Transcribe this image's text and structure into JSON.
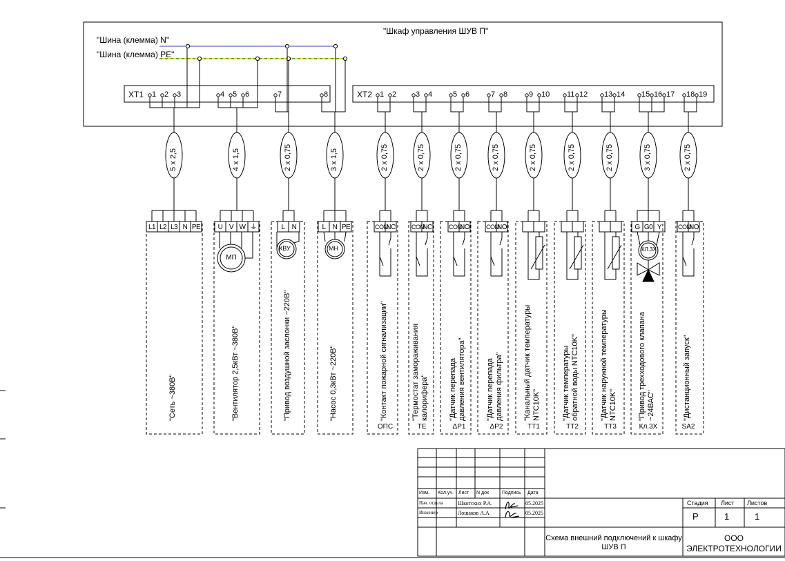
{
  "cabinet": {
    "title": "\"Шкаф управления ШУВ П\"",
    "bus_n": "\"Шина (клемма) N\"",
    "bus_pe": "\"Шина (клемма) PE\""
  },
  "xt1": {
    "label": "XT1",
    "terms": [
      "1",
      "2",
      "3",
      "4",
      "5",
      "6",
      "7",
      "8"
    ]
  },
  "xt2": {
    "label": "XT2",
    "terms": [
      "1",
      "2",
      "3",
      "4",
      "5",
      "6",
      "7",
      "8",
      "9",
      "10",
      "11",
      "12",
      "13",
      "14",
      "15",
      "16",
      "17",
      "18",
      "19"
    ]
  },
  "cables": [
    {
      "size": "5 х 2,5",
      "terminals": [
        "L1",
        "L2",
        "L3",
        "N",
        "PE"
      ],
      "caption": [
        "\"Сеть ~380В\""
      ],
      "ref": ""
    },
    {
      "size": "4 х 1,5",
      "terminals": [
        "U",
        "V",
        "W",
        "⏚"
      ],
      "caption": [
        "\"Вентилятор 2,5кВт ~380В\""
      ],
      "ref": "",
      "device": "МП"
    },
    {
      "size": "2 х 0,75",
      "terminals": [
        "L",
        "N"
      ],
      "caption": [
        "\"Привод воздушной заслонки ~220В\""
      ],
      "ref": "",
      "device": "КВУ"
    },
    {
      "size": "3 х 1,5",
      "terminals": [
        "L",
        "N",
        "PE"
      ],
      "caption": [
        "\"Насос 0,3кВт ~220В\""
      ],
      "ref": "",
      "device": "МН"
    },
    {
      "size": "2 х 0,75",
      "terminals": [
        "COM",
        "NC"
      ],
      "caption": [
        "\"Контакт пожарной сигнализации\""
      ],
      "ref": "ОПС"
    },
    {
      "size": "2 х 0,75",
      "terminals": [
        "COM",
        "NC"
      ],
      "caption": [
        "\"Термостат замораживания",
        "калорифера\""
      ],
      "ref": "ТЕ"
    },
    {
      "size": "2 х 0,75",
      "terminals": [
        "COM",
        "NO"
      ],
      "caption": [
        "\"Датчик перепада",
        "давления вентилятора\""
      ],
      "ref": "ΔP1"
    },
    {
      "size": "2 х 0,75",
      "terminals": [
        "COM",
        "NO"
      ],
      "caption": [
        "\"Датчик перепада",
        "давления фильтра\""
      ],
      "ref": "ΔP2"
    },
    {
      "size": "2 х 0,75",
      "terminals": [
        "",
        ""
      ],
      "caption": [
        "\"Канальный датчик температуры",
        "NTC10K\""
      ],
      "ref": "TT1"
    },
    {
      "size": "2 х 0,75",
      "terminals": [
        "",
        ""
      ],
      "caption": [
        "\"Датчик температуры",
        "обратной воды NTC10K\""
      ],
      "ref": "TT2"
    },
    {
      "size": "2 х 0,75",
      "terminals": [
        "",
        ""
      ],
      "caption": [
        "\"Датчик наружной температуры",
        "NTC10K\""
      ],
      "ref": "TT3"
    },
    {
      "size": "3 х 0,75",
      "terminals": [
        "G",
        "G0",
        "Y"
      ],
      "caption": [
        "\"Привод трехходового клапана",
        "~24ВАС\""
      ],
      "ref": "Кл.3Х",
      "device": "КЛ.3Х"
    },
    {
      "size": "2 х 0,75",
      "terminals": [
        "COM",
        "NO"
      ],
      "caption": [
        "\"Дистанционный запуск\""
      ],
      "ref": "SA2"
    }
  ],
  "title_block": {
    "headers": [
      "Изм.",
      "Кол.уч.",
      "Лист",
      "N док",
      "Подпись",
      "Дата"
    ],
    "rows": [
      {
        "role": "Нач. отдела",
        "name": "Шкотских Р.А.",
        "date": "05.2025"
      },
      {
        "role": "Инженер",
        "name": "Лошаков А.А",
        "date": "05.2025"
      }
    ],
    "stage_label": "Стадия",
    "sheet_label": "Лист",
    "sheets_label": "Листов",
    "stage": "Р",
    "sheet": "1",
    "sheets": "1",
    "doc_title": [
      "Схема внешний подключений к шкафу",
      "ШУВ П"
    ],
    "org": [
      "ООО",
      "ЭЛЕКТРОТЕХНОЛОГИИ"
    ]
  }
}
